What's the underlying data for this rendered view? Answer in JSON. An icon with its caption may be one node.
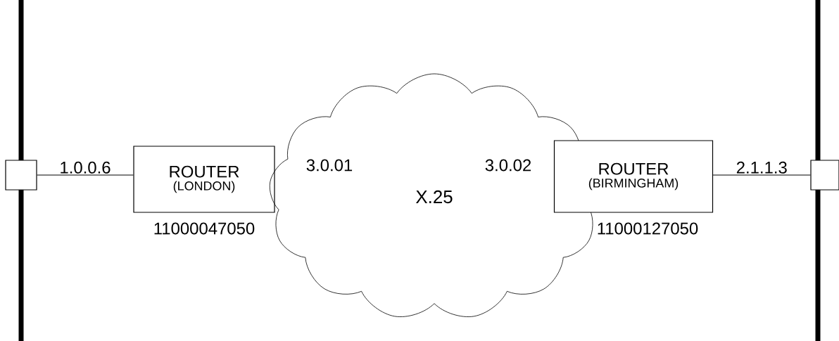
{
  "diagram": {
    "nodes": [
      {
        "text": [],
        "shape": "box"
      },
      {
        "text": [
          "ROUTER",
          "(LONDON)"
        ],
        "beside": [
          "11000047050"
        ]
      },
      {
        "text": [
          "X.25"
        ]
      },
      {
        "text": [
          "ROUTER",
          "(BIRMINGHAM)"
        ],
        "beside": [
          "11000127050"
        ]
      },
      {
        "text": [],
        "shape": "box"
      }
    ],
    "edges": [
      {
        "from": 0,
        "to": 1,
        "arrow": "none",
        "label": "1.0.0.6"
      },
      {
        "from": 3,
        "to": 4,
        "arrow": "none",
        "label": "2.1.1.3"
      }
    ],
    "labels": [
      "3.0.01",
      "3.0.02"
    ]
  }
}
